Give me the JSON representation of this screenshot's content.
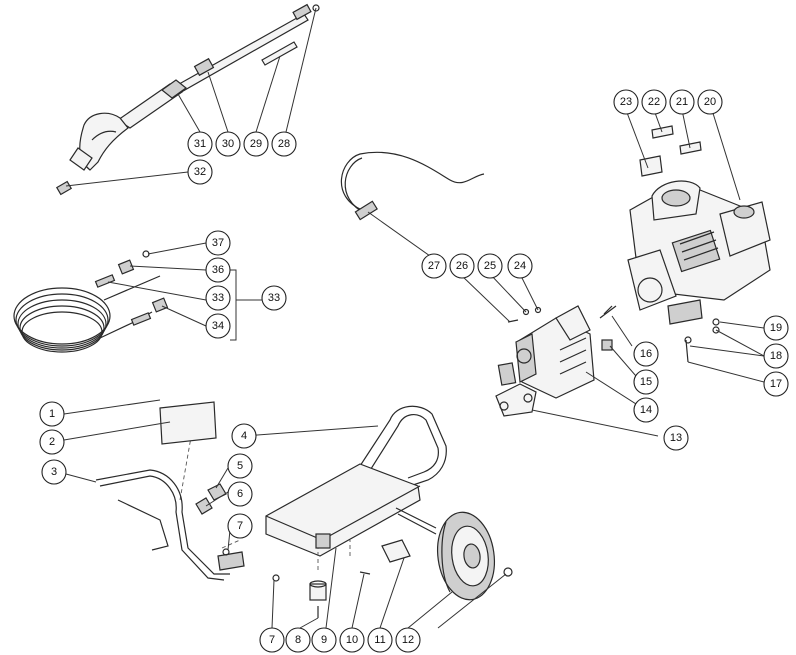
{
  "callouts": [
    {
      "id": "c1",
      "label": "1"
    },
    {
      "id": "c2",
      "label": "2"
    },
    {
      "id": "c3",
      "label": "3"
    },
    {
      "id": "c4",
      "label": "4"
    },
    {
      "id": "c5",
      "label": "5"
    },
    {
      "id": "c6",
      "label": "6"
    },
    {
      "id": "c7a",
      "label": "7"
    },
    {
      "id": "c7b",
      "label": "7"
    },
    {
      "id": "c8",
      "label": "8"
    },
    {
      "id": "c9",
      "label": "9"
    },
    {
      "id": "c10",
      "label": "10"
    },
    {
      "id": "c11",
      "label": "11"
    },
    {
      "id": "c12",
      "label": "12"
    },
    {
      "id": "c13",
      "label": "13"
    },
    {
      "id": "c14",
      "label": "14"
    },
    {
      "id": "c15",
      "label": "15"
    },
    {
      "id": "c16",
      "label": "16"
    },
    {
      "id": "c17",
      "label": "17"
    },
    {
      "id": "c18",
      "label": "18"
    },
    {
      "id": "c19",
      "label": "19"
    },
    {
      "id": "c20",
      "label": "20"
    },
    {
      "id": "c21",
      "label": "21"
    },
    {
      "id": "c22",
      "label": "22"
    },
    {
      "id": "c23",
      "label": "23"
    },
    {
      "id": "c24",
      "label": "24"
    },
    {
      "id": "c25",
      "label": "25"
    },
    {
      "id": "c26",
      "label": "26"
    },
    {
      "id": "c27",
      "label": "27"
    },
    {
      "id": "c28",
      "label": "28"
    },
    {
      "id": "c29",
      "label": "29"
    },
    {
      "id": "c30",
      "label": "30"
    },
    {
      "id": "c31",
      "label": "31"
    },
    {
      "id": "c32",
      "label": "32"
    },
    {
      "id": "c33a",
      "label": "33"
    },
    {
      "id": "c33b",
      "label": "33"
    },
    {
      "id": "c34",
      "label": "34"
    },
    {
      "id": "c36",
      "label": "36"
    },
    {
      "id": "c37",
      "label": "37"
    }
  ]
}
